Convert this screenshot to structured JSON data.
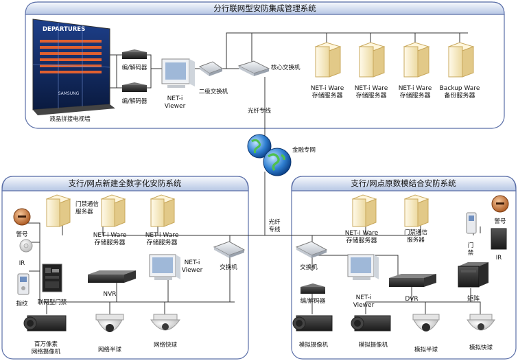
{
  "panels": {
    "top": {
      "title": "分行联网型安防集成管理系统"
    },
    "left": {
      "title": "支行/网点新建全数字化安防系统"
    },
    "right": {
      "title": "支行/网点原数模结合安防系统"
    }
  },
  "videowall": {
    "header": "DEPARTURES",
    "brand": "SAMSUNG",
    "caption": "液晶拼接电视墙"
  },
  "labels": {
    "codec1": "编/解码器",
    "codec2": "编/解码器",
    "viewer_top": [
      "NET-i",
      "Viewer"
    ],
    "switch2": "二级交换机",
    "core_switch": "核心交换机",
    "fiber_top": "光纤专线",
    "finance_net": "金融专网",
    "fiber_mid": [
      "光纤",
      "专线"
    ],
    "servers_top": [
      [
        "NET-i Ware",
        "存储服务器"
      ],
      [
        "NET-i Ware",
        "存储服务器"
      ],
      [
        "NET-i Ware",
        "存储服务器"
      ],
      [
        "Backup Ware",
        "备份服务器"
      ]
    ],
    "left": {
      "alarm": "警号",
      "ir": "IR",
      "fingerprint": "指纹",
      "access_ctrl": "联网型门禁",
      "door_srv": [
        "门禁通信",
        "服务器"
      ],
      "store1": [
        "NET-i Ware",
        "存储服务器"
      ],
      "store2": [
        "NET-i Ware",
        "存储服务器"
      ],
      "viewer": [
        "NET-i",
        "Viewer"
      ],
      "switch": "交换机",
      "nvr": "NVR",
      "mp_camera": [
        "百万像素",
        "网络摄像机"
      ],
      "net_dome": "网络半球",
      "net_speed": "网络快球"
    },
    "right": {
      "store": [
        "NET-i Ware",
        "存储服务器"
      ],
      "door_srv": [
        "门禁通信",
        "服务器"
      ],
      "alarm": "警号",
      "door": [
        "门",
        "禁"
      ],
      "ir": "IR",
      "switch": "交换机",
      "codec": "编/解码器",
      "viewer": [
        "NET-i",
        "Viewer"
      ],
      "dvr": "DVR",
      "matrix": "矩阵",
      "ana_cam1": "模拟摄像机",
      "ana_cam2": "模拟摄像机",
      "ana_dome": "模拟半球",
      "ana_speed": "模拟快球"
    }
  },
  "colors": {
    "panel_border": "#5b6fa8",
    "panel_bg": "#ffffff",
    "title_grad_top": "#f6f8fc",
    "title_grad_bottom": "#b8c7e3",
    "line": "#333333",
    "server_body": "#fdf3d6",
    "server_edge": "#c8a85c"
  }
}
